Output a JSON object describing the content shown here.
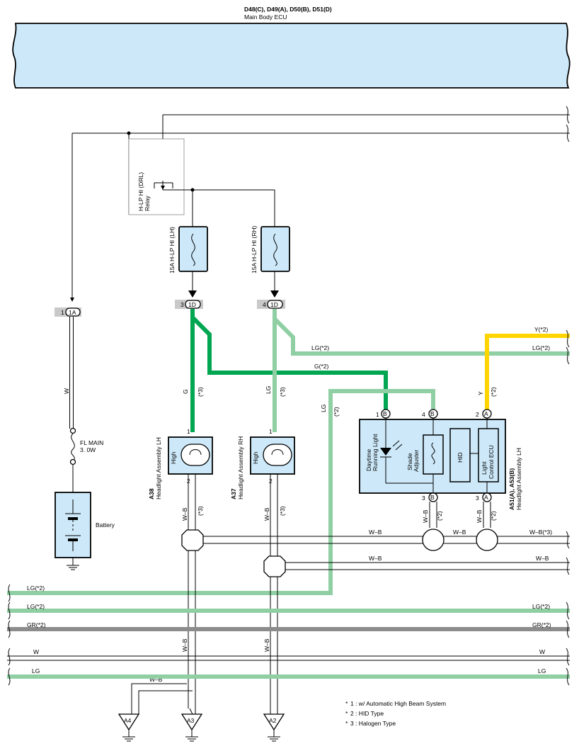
{
  "ecu": {
    "connectors": "D48(C), D49(A), D50(B), D51(D)",
    "name": "Main Body ECU"
  },
  "relay": {
    "name": "H-LP HI (DRL)",
    "sub": "Relay"
  },
  "fuses": [
    {
      "label": "15A H-LP HI (LH)"
    },
    {
      "label": "15A H-LP HI (RH)"
    }
  ],
  "connectors": {
    "c1a": {
      "pin": "1",
      "id": "1A"
    },
    "c1d_lh": {
      "pin": "3",
      "id": "1D"
    },
    "c1d_rh": {
      "pin": "4",
      "id": "1D"
    }
  },
  "fl_main": {
    "line1": "FL MAIN",
    "line2": "3. 0W"
  },
  "battery": "Battery",
  "headlights": {
    "lh": {
      "code": "A38",
      "name": "Headlight Assembly LH",
      "lamp": "High",
      "pin_top": "1",
      "pin_bottom": "2"
    },
    "rh": {
      "code": "A37",
      "name": "Headlight Assembly RH",
      "lamp": "High",
      "pin_top": "1",
      "pin_bottom": "2"
    },
    "hid": {
      "code": "A51(A), A53(B)",
      "name": "Headlight Assembly LH",
      "drl": [
        "Daytime",
        "Running Light"
      ],
      "shade": [
        "Shade",
        "Adjuster"
      ],
      "hid": "HID",
      "ecu": [
        "Light",
        "Control ECU"
      ],
      "pins": {
        "p1": "1",
        "pB": "B",
        "p4": "4",
        "pB2": "B",
        "p2": "2",
        "pA": "A",
        "p3": "3",
        "pB3": "B",
        "p3b": "3",
        "pA2": "A"
      }
    }
  },
  "wires": {
    "w": "W",
    "g": "G",
    "g3": "(*3)",
    "lg": "LG",
    "lg3": "(*3)",
    "lg_2": "LG",
    "lg_2n": "(*2)",
    "g_top": "G(*2)",
    "lg_top": "LG(*2)",
    "y_right": "Y(*2)",
    "lg_right": "LG(*2)",
    "y": "Y",
    "y2": "(*2)",
    "wb_lh": "W–B",
    "wb_lh3": "(*3)",
    "wb_rh": "W–B",
    "wb_rh3": "(*3)",
    "wb_b": "W–B",
    "wb_b2": "(*2)",
    "wb_a": "W–B",
    "wb_a2": "(*2)",
    "wb_bus1": "W–B",
    "wb_bus2": "W–B",
    "wb_bus_r": "W–B(*3)",
    "wb_bus3": "W–B",
    "wb_bus3r": "W–B",
    "lg_l1": "LG(*2)",
    "lg_l2": "LG(*2)",
    "lg_r2": "LG(*2)",
    "gr_l": "GR(*2)",
    "gr_r": "GR(*2)",
    "w_l": "W",
    "w_r": "W",
    "lg_l": "LG",
    "lg_r": "LG",
    "wb_lh_low": "W–B",
    "wb_rh_low": "W–B",
    "wb_a4": "W–B"
  },
  "grounds": [
    "A4",
    "A3",
    "A2"
  ],
  "notes": [
    {
      "mark": "*",
      "text": "1 : w/ Automatic High Beam System"
    },
    {
      "mark": "*",
      "text": "2 : HID Type"
    },
    {
      "mark": "*",
      "text": "3 : Halogen Type"
    }
  ],
  "colors": {
    "green": "#00a651",
    "light_green": "#8fcfa3",
    "yellow": "#ffd500",
    "grey": "#8c8c8c",
    "box_fill": "#cde9f9"
  }
}
